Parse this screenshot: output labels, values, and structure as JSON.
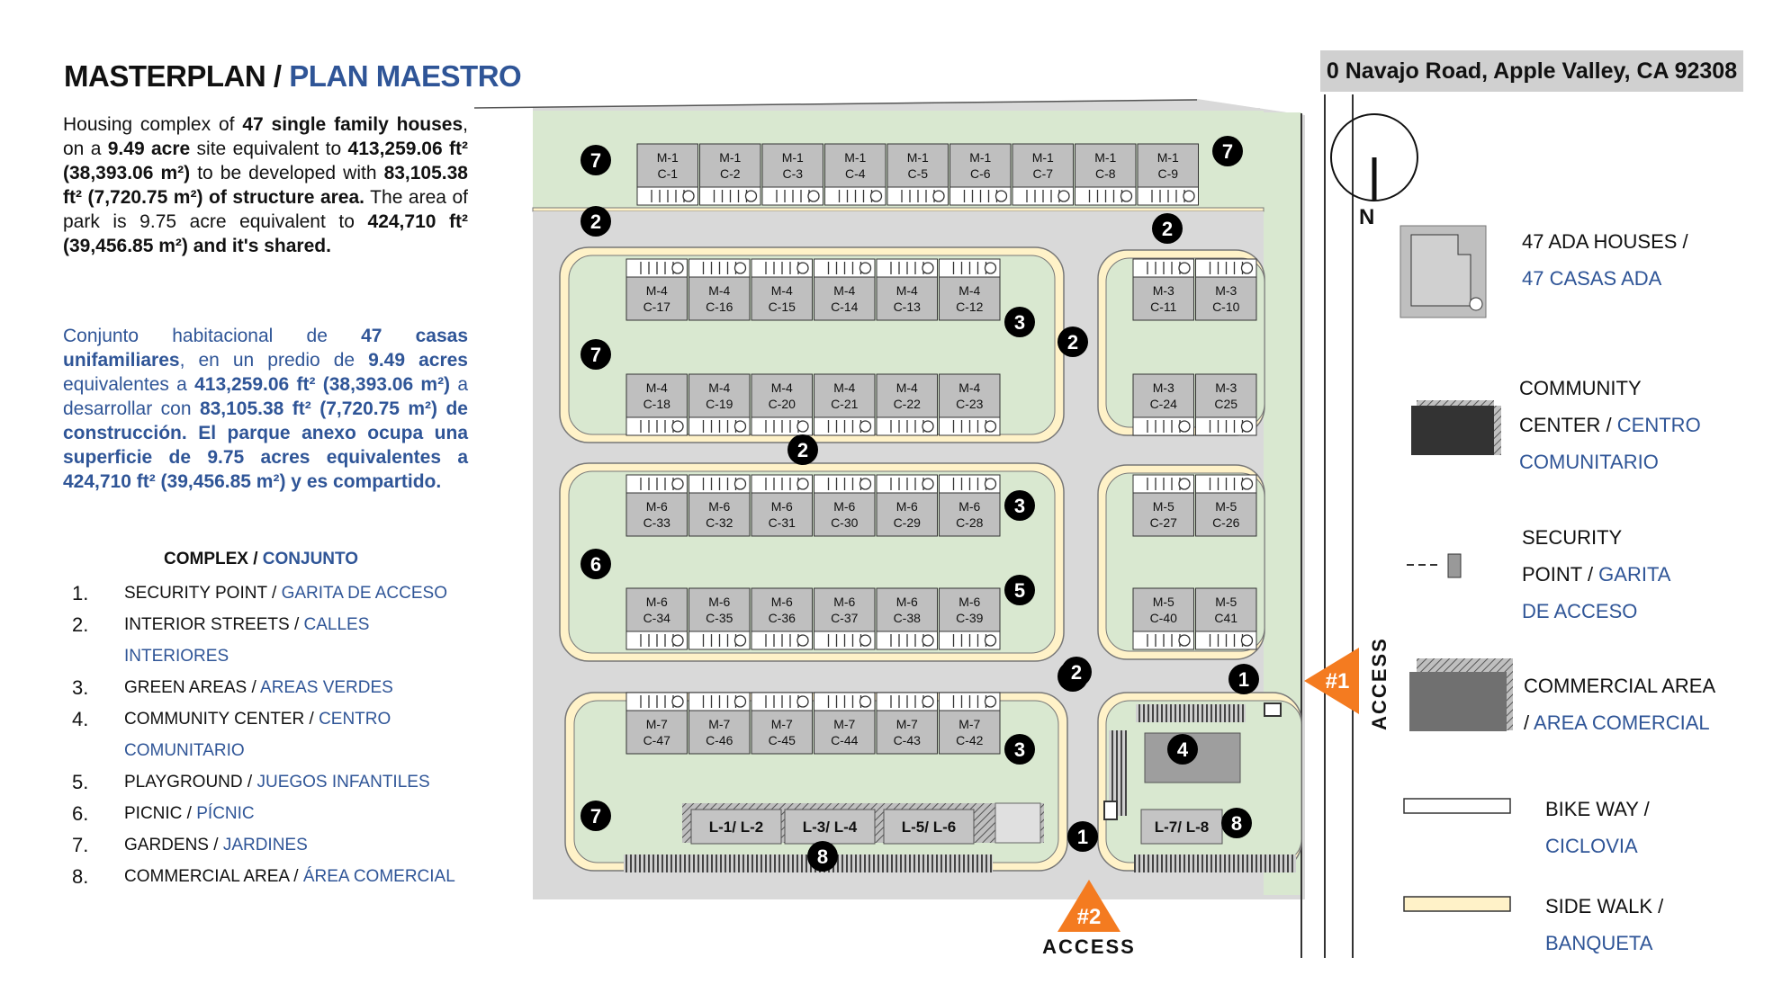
{
  "title": {
    "en": "MASTERPLAN",
    "sep": " / ",
    "es": "PLAN MAESTRO"
  },
  "address": "0 Navajo Road, Apple Valley, CA 92308",
  "description_en": [
    {
      "t": "Housing complex of ",
      "b": false
    },
    {
      "t": "47 single family houses",
      "b": true
    },
    {
      "t": ", on a ",
      "b": false
    },
    {
      "t": "9.49 acre",
      "b": true
    },
    {
      "t": " site equivalent to ",
      "b": false
    },
    {
      "t": "413,259.06 ft² (38,393.06 m²)",
      "b": true
    },
    {
      "t": " to be developed with ",
      "b": false
    },
    {
      "t": "83,105.38 ft² (7,720.75 m²) of structure area.",
      "b": true
    },
    {
      "t": " The area of park is 9.75 acre equivalent to ",
      "b": false
    },
    {
      "t": "424,710 ft² (39,456.85 m²) and it's shared.",
      "b": true
    }
  ],
  "description_es": [
    {
      "t": "Conjunto habitacional de ",
      "b": false
    },
    {
      "t": "47 casas unifamiliares",
      "b": true
    },
    {
      "t": ", en un predio de ",
      "b": false
    },
    {
      "t": "9.49 acres",
      "b": true
    },
    {
      "t": " equivalentes a ",
      "b": false
    },
    {
      "t": "413,259.06 ft² (38,393.06 m²)",
      "b": true
    },
    {
      "t": " a desarrollar con ",
      "b": false
    },
    {
      "t": "83,105.38 ft² (7,720.75 m²) de construcción. El parque anexo ocupa una superficie de 9.75 acres equivalentes a 424,710 ft² (39,456.85 m²) y es compartido.",
      "b": true
    }
  ],
  "legend_heading": {
    "en": "COMPLEX",
    "sep": " / ",
    "es": "CONJUNTO"
  },
  "legend_items": [
    {
      "num": "1.",
      "en": "SECURITY POINT",
      "es": "GARITA DE ACCESO"
    },
    {
      "num": "2.",
      "en": "INTERIOR STREETS",
      "es": "CALLES INTERIORES"
    },
    {
      "num": "3.",
      "en": "GREEN AREAS",
      "es": "AREAS VERDES"
    },
    {
      "num": "4.",
      "en": "COMMUNITY CENTER",
      "es": "CENTRO COMUNITARIO"
    },
    {
      "num": "5.",
      "en": "PLAYGROUND",
      "es": "JUEGOS INFANTILES"
    },
    {
      "num": "6.",
      "en": "PICNIC",
      "es": "PÍCNIC"
    },
    {
      "num": "7.",
      "en": "GARDENS",
      "es": "JARDINES"
    },
    {
      "num": "8.",
      "en": "COMMERCIAL AREA",
      "es": "ÁREA COMERCIAL"
    }
  ],
  "north_label": "N",
  "map_key": [
    {
      "en1": "47 ADA HOUSES /",
      "es": "47 CASAS ADA"
    },
    {
      "en1": "COMMUNITY",
      "en2": "CENTER / ",
      "es": "CENTRO",
      "es2": "COMUNITARIO"
    },
    {
      "en1": "SECURITY",
      "en2": "POINT / ",
      "es": "GARITA",
      "es2": "DE ACCESO"
    },
    {
      "en1": "COMMERCIAL AREA",
      "en2": "/ ",
      "es": "AREA COMERCIAL"
    },
    {
      "en1": "BIKE WAY /",
      "es": "CICLOVIA"
    },
    {
      "en1": "SIDE WALK /",
      "es": "BANQUETA"
    }
  ],
  "lot_blocks": [
    {
      "model": "M-1",
      "lots": [
        "C-1",
        "C-2",
        "C-3",
        "C-4",
        "C-5",
        "C-6",
        "C-7",
        "C-8",
        "C-9"
      ]
    },
    {
      "model": "M-4",
      "lots": [
        "C-17",
        "C-16",
        "C-15",
        "C-14",
        "C-13",
        "C-12"
      ]
    },
    {
      "model": "M-4",
      "lots": [
        "C-18",
        "C-19",
        "C-20",
        "C-21",
        "C-22",
        "C-23"
      ]
    },
    {
      "model": "M-3",
      "lots": [
        "C-11",
        "C-10"
      ]
    },
    {
      "model": "M-3",
      "lots": [
        "C-24",
        "C25"
      ]
    },
    {
      "model": "M-6",
      "lots": [
        "C-33",
        "C-32",
        "C-31",
        "C-30",
        "C-29",
        "C-28"
      ]
    },
    {
      "model": "M-6",
      "lots": [
        "C-34",
        "C-35",
        "C-36",
        "C-37",
        "C-38",
        "C-39"
      ]
    },
    {
      "model": "M-5",
      "lots": [
        "C-27",
        "C-26"
      ]
    },
    {
      "model": "M-5",
      "lots": [
        "C-40",
        "C41"
      ]
    },
    {
      "model": "M-7",
      "lots": [
        "C-47",
        "C-46",
        "C-45",
        "C-44",
        "C-43",
        "C-42"
      ]
    }
  ],
  "commercial_labels": [
    "L-1/ L-2",
    "L-3/ L-4",
    "L-5/ L-6",
    "L-7/ L-8"
  ],
  "badges": [
    "7",
    "7",
    "2",
    "2",
    "7",
    "3",
    "2",
    "2",
    "3",
    "5",
    "6",
    "2",
    "1",
    "7",
    "3",
    "8",
    "1",
    "4",
    "8",
    "2"
  ],
  "access": [
    {
      "badge": "#1",
      "label": "ACCESS"
    },
    {
      "badge": "#2",
      "label": "ACCESS"
    }
  ],
  "colors": {
    "heading_blue": "#2f5597",
    "green_area": "#d9e8d0",
    "street": "#d9d9d9",
    "house": "#bfbfbf",
    "sidewalk": "#fff2c8",
    "access_orange": "#f47b20",
    "badge": "#000000"
  }
}
